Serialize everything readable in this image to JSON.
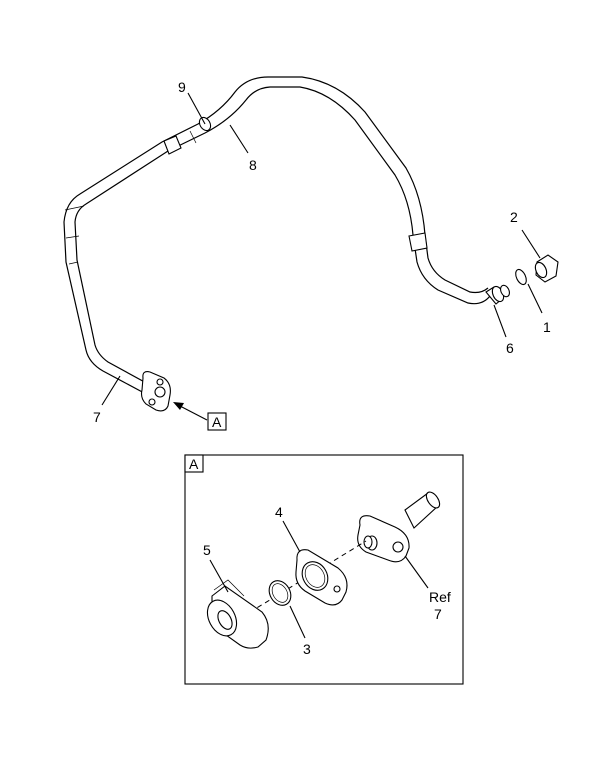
{
  "callouts": {
    "c1": "1",
    "c2": "2",
    "c3": "3",
    "c4": "4",
    "c5": "5",
    "c6": "6",
    "c7_main": "7",
    "c8": "8",
    "c9": "9",
    "ref_label": "Ref",
    "ref_num": "7"
  },
  "view_marker": "A",
  "detail_label": "A"
}
